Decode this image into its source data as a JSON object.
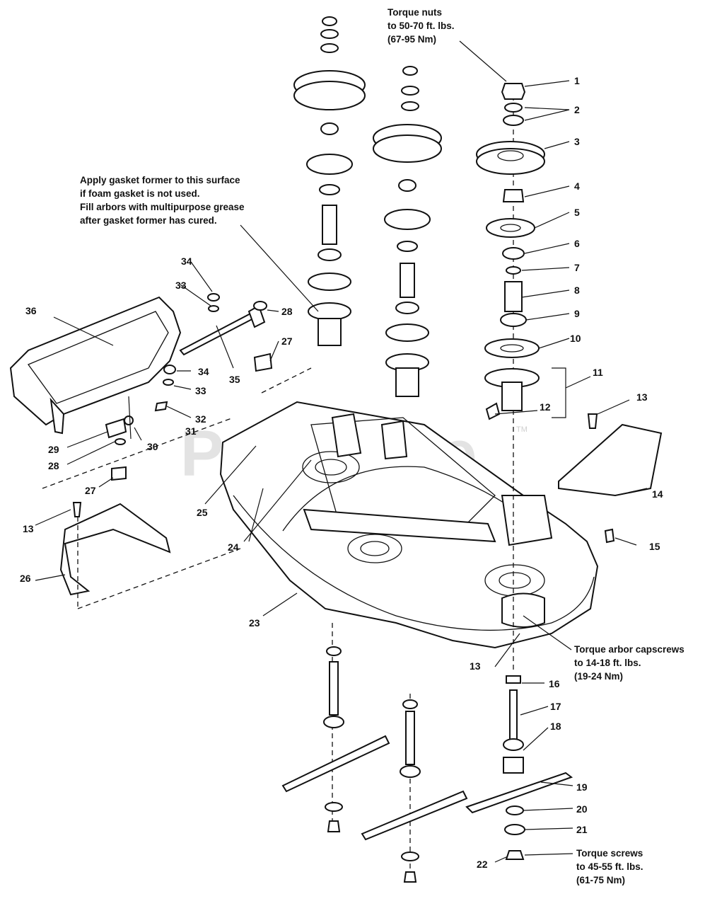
{
  "watermark": {
    "text": "PartsTree",
    "trademark": "TM"
  },
  "notes": {
    "torque_nuts": "Torque nuts\nto 50-70 ft. lbs.\n(67-95 Nm)",
    "gasket": "Apply gasket former to this surface\nif foam gasket is not used.\nFill arbors with multipurpose grease\nafter gasket former has cured.",
    "torque_arbor": "Torque arbor capscrews\nto 14-18 ft. lbs.\n(19-24 Nm)",
    "torque_screws": "Torque screws\nto 45-55 ft. lbs.\n(61-75 Nm)"
  },
  "callouts": [
    "1",
    "2",
    "3",
    "4",
    "5",
    "6",
    "7",
    "8",
    "9",
    "10",
    "11",
    "12",
    "13",
    "14",
    "15",
    "16",
    "17",
    "18",
    "19",
    "20",
    "21",
    "22",
    "23",
    "24",
    "25",
    "26",
    "27",
    "28",
    "29",
    "30",
    "31",
    "32",
    "33",
    "34",
    "35",
    "36"
  ],
  "colors": {
    "ink": "#111111",
    "watermark": "#d9d9d9"
  }
}
